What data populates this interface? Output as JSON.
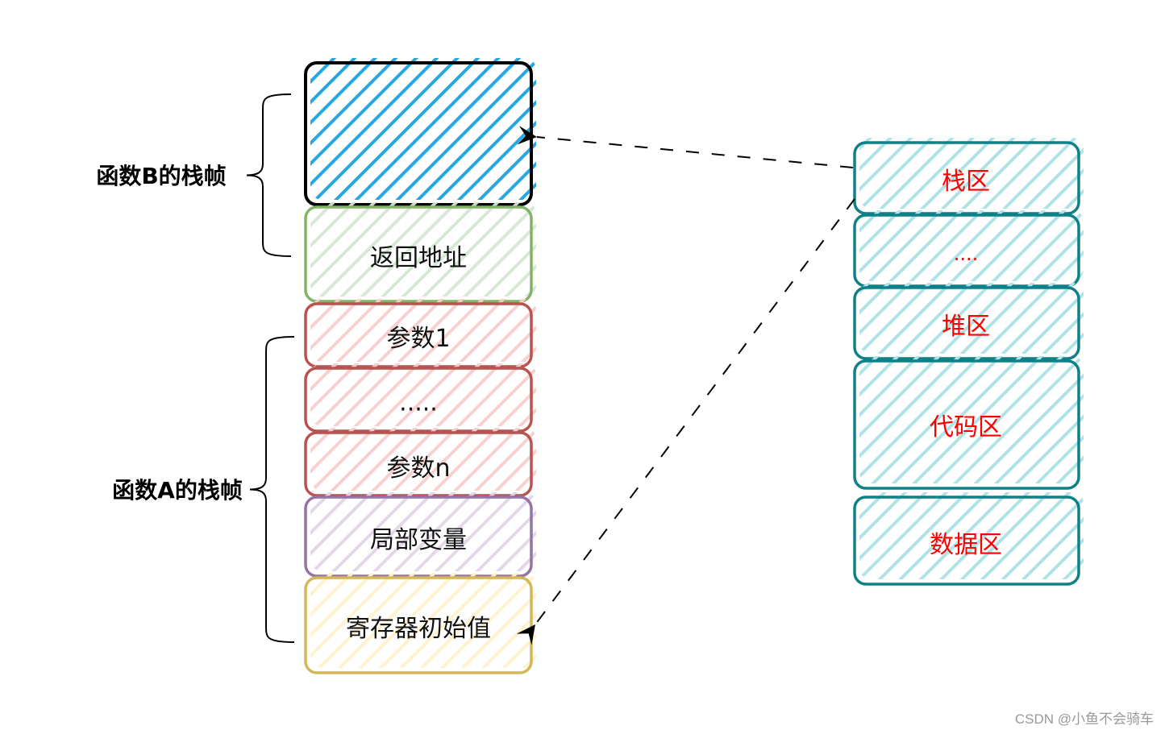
{
  "stack_frames": {
    "boxes": [
      {
        "id": "frame-b-top",
        "label": "",
        "fill": "#1ba1e2",
        "stroke": "#000000",
        "stroke_width": "heavy"
      },
      {
        "id": "return-address",
        "label": "返回地址",
        "fill": "#d5e8d4",
        "stroke": "#82b366"
      },
      {
        "id": "param-1",
        "label": "参数1",
        "fill": "#f8cecc",
        "stroke": "#b85450"
      },
      {
        "id": "param-ellipsis",
        "label": ".....",
        "fill": "#f8cecc",
        "stroke": "#b85450"
      },
      {
        "id": "param-n",
        "label": "参数n",
        "fill": "#f8cecc",
        "stroke": "#b85450"
      },
      {
        "id": "local-vars",
        "label": "局部变量",
        "fill": "#e1d5e7",
        "stroke": "#9673a6"
      },
      {
        "id": "register-init",
        "label": "寄存器初始值",
        "fill": "#fff2cc",
        "stroke": "#d6b656"
      }
    ],
    "braces": [
      {
        "id": "frame-b",
        "label": "函数B的栈帧",
        "spans": [
          "frame-b-top",
          "return-address"
        ]
      },
      {
        "id": "frame-a",
        "label": "函数A的栈帧",
        "spans": [
          "param-1",
          "register-init"
        ]
      }
    ]
  },
  "memory_layout": {
    "fill": "#b0e3e6",
    "stroke": "#0e8088",
    "text_color": "#ff0000",
    "regions": [
      {
        "id": "stack",
        "label": "栈区"
      },
      {
        "id": "ellipsis",
        "label": "...."
      },
      {
        "id": "heap",
        "label": "堆区"
      },
      {
        "id": "code",
        "label": "代码区"
      },
      {
        "id": "data",
        "label": "数据区"
      }
    ]
  },
  "arrows": [
    {
      "from": "stack",
      "to": "frame-b-top",
      "style": "dashed"
    },
    {
      "from": "stack",
      "to": "register-init",
      "style": "dashed"
    }
  ],
  "watermark": "CSDN @小鱼不会骑车"
}
